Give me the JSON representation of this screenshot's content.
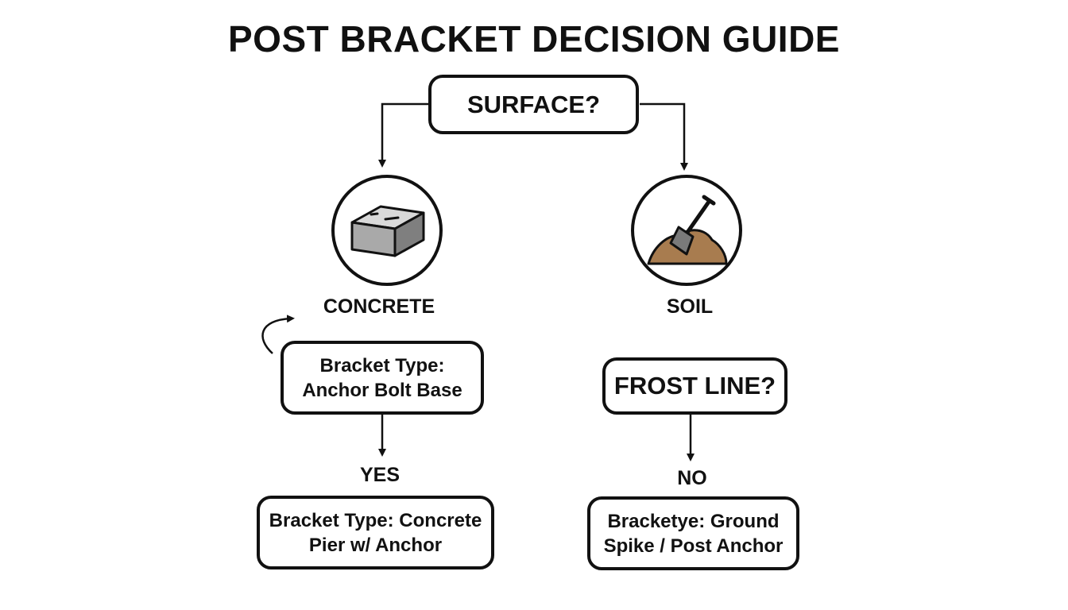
{
  "title": "POST BRACKET DECISION GUIDE",
  "nodes": {
    "surface_question": "SURFACE?",
    "concrete": {
      "label": "CONCRETE",
      "icon": "concrete-block-icon",
      "result_line1": "Bracket Type:",
      "result_line2": "Anchor Bolt Base"
    },
    "soil": {
      "label": "SOIL",
      "icon": "shovel-in-dirt-icon",
      "question": "FROST LINE?"
    },
    "yes_branch": {
      "label": "YES",
      "result_line1": "Bracket Type: Concrete",
      "result_line2": "Pier w/ Anchor"
    },
    "no_branch": {
      "label": "NO",
      "result_line1": "Bracketye: Ground",
      "result_line2": "Spike / Post Anchor"
    }
  },
  "colors": {
    "ink": "#111111",
    "block_top": "#d9d9d9",
    "block_front": "#a9a9a9",
    "block_side": "#7f7f7f",
    "dirt": "#a87c4f",
    "shovel_blade": "#7a7a7a"
  }
}
